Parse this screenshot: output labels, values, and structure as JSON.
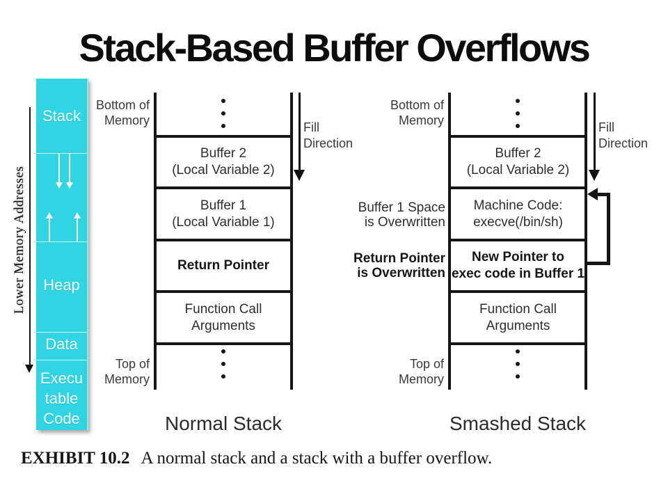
{
  "slide": {
    "title": "Stack-Based Buffer Overflows"
  },
  "memory_map": {
    "color": "#31D4E2",
    "stack": "Stack",
    "heap": "Heap",
    "data": "Data",
    "exec_line1": "Execu",
    "exec_line2": "table",
    "exec_line3": "Code",
    "axis_label": "Lower Memory Addresses"
  },
  "normal_stack": {
    "caption": "Normal Stack",
    "bottom_line1": "Bottom of",
    "bottom_line2": "Memory",
    "top_line1": "Top of",
    "top_line2": "Memory",
    "fill_line1": "Fill",
    "fill_line2": "Direction",
    "cell_buffer2_line1": "Buffer 2",
    "cell_buffer2_line2": "(Local Variable 2)",
    "cell_buffer1_line1": "Buffer 1",
    "cell_buffer1_line2": "(Local Variable 1)",
    "cell_return": "Return Pointer",
    "cell_args_line1": "Function Call",
    "cell_args_line2": "Arguments"
  },
  "smashed_stack": {
    "caption": "Smashed Stack",
    "bottom_line1": "Bottom of",
    "bottom_line2": "Memory",
    "top_line1": "Top of",
    "top_line2": "Memory",
    "fill_line1": "Fill",
    "fill_line2": "Direction",
    "cell_buffer2_line1": "Buffer 2",
    "cell_buffer2_line2": "(Local Variable 2)",
    "cell_machine_line1": "Machine Code:",
    "cell_machine_line2": "execve(/bin/sh)",
    "cell_newptr_line1": "New Pointer to",
    "cell_newptr_line2": "exec code in Buffer 1",
    "cell_args_line1": "Function Call",
    "cell_args_line2": "Arguments",
    "note_buffer_line1": "Buffer 1 Space",
    "note_buffer_line2": "is Overwritten",
    "note_return_line1": "Return Pointer",
    "note_return_line2": "is Overwritten"
  },
  "exhibit": {
    "label": "EXHIBIT 10.2",
    "text": "A normal stack and a stack with a buffer overflow."
  }
}
